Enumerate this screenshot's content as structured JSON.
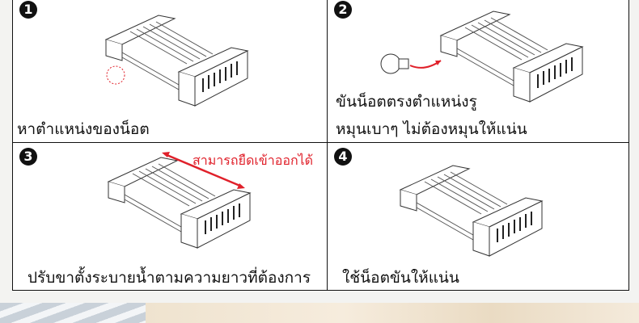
{
  "steps": [
    {
      "number": "1",
      "caption": "หาตำแหน่งของน็อต"
    },
    {
      "number": "2",
      "caption_line1": "ขันน็อตตรงตำแหน่งรู",
      "caption_line2": "หมุนเบาๆ  ไม่ต้องหมุนให้แน่น"
    },
    {
      "number": "3",
      "annotation": "สามารถยืดเข้าออกได้",
      "caption": "ปรับขาตั้งระบายน้ำตามความยาวที่ต้องการ"
    },
    {
      "number": "4",
      "caption": "ใช้น็อตขันให้แน่น"
    }
  ],
  "colors": {
    "annotation": "#e0202a",
    "border": "#111111"
  }
}
